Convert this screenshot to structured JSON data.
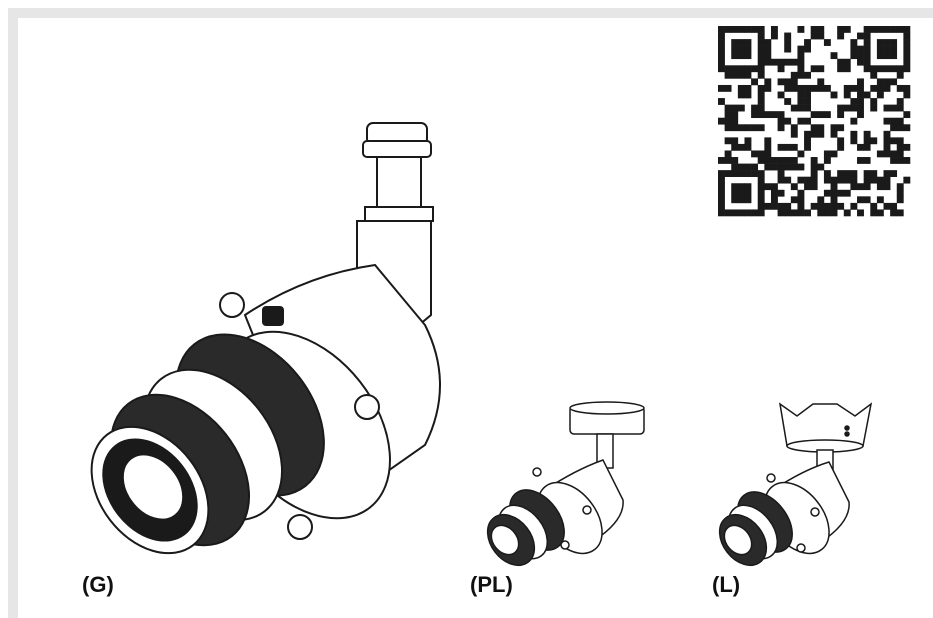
{
  "captions": {
    "g": "(G)",
    "pl": "(PL)",
    "l": "(L)"
  },
  "colors": {
    "frame": "#e6e6e6",
    "outline": "#1a1a1a",
    "body": "#ffffff",
    "ribbed": "#1a1a1a"
  },
  "icons": {
    "qr": "qr-code-icon"
  }
}
